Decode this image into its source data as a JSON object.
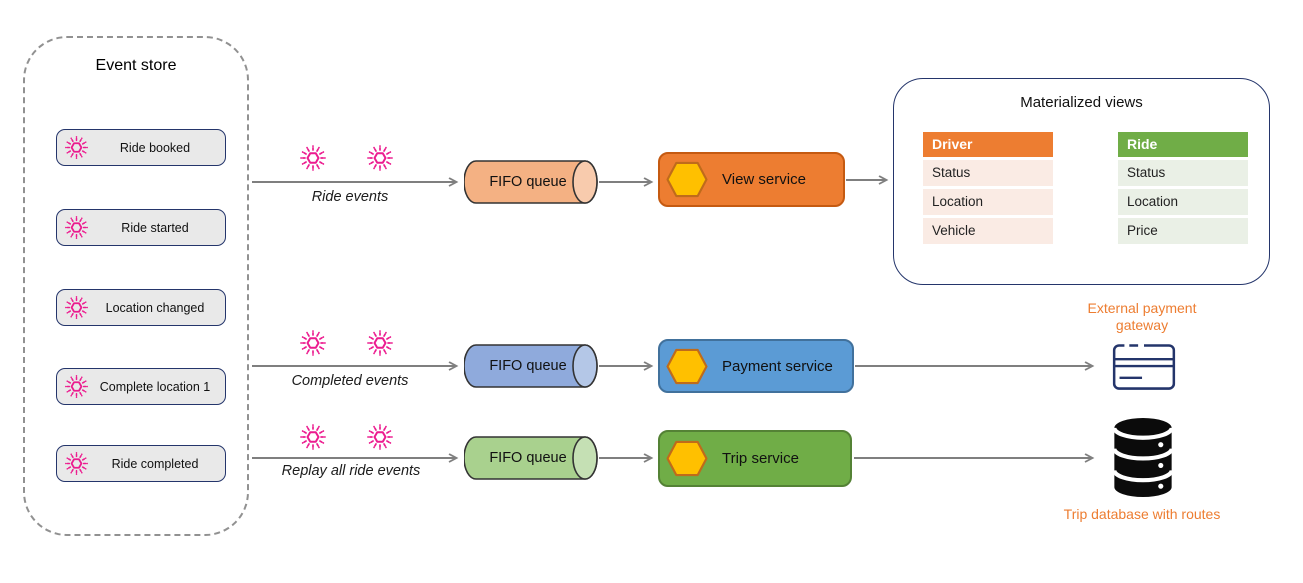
{
  "event_store": {
    "title": "Event store",
    "items": [
      {
        "label": "Ride booked"
      },
      {
        "label": "Ride started"
      },
      {
        "label": "Location changed"
      },
      {
        "label": "Complete location 1"
      },
      {
        "label": "Ride completed"
      }
    ]
  },
  "flows": [
    {
      "label": "Ride events",
      "queue_label": "FIFO queue",
      "service_label": "View service",
      "queue_body_color": "#F4B183",
      "queue_face_color": "#F8CBAD",
      "service_fill": "#ED7D31",
      "service_border": "#C55A11"
    },
    {
      "label": "Completed events",
      "queue_label": "FIFO queue",
      "service_label": "Payment service",
      "queue_body_color": "#8FAADC",
      "queue_face_color": "#B4C7E7",
      "service_fill": "#5B9BD5",
      "service_border": "#41719C"
    },
    {
      "label": "Replay all ride events",
      "queue_label": "FIFO queue",
      "service_label": "Trip service",
      "queue_body_color": "#A9D18E",
      "queue_face_color": "#C5E0B4",
      "service_fill": "#70AD47",
      "service_border": "#548235"
    }
  ],
  "materialized_views": {
    "title": "Materialized views",
    "tables": [
      {
        "name": "Driver",
        "header_color": "#ED7D31",
        "row_color": "#FAEBE4",
        "rows": [
          "Status",
          "Location",
          "Vehicle"
        ]
      },
      {
        "name": "Ride",
        "header_color": "#70AD47",
        "row_color": "#EAF0E6",
        "rows": [
          "Status",
          "Location",
          "Price"
        ]
      }
    ]
  },
  "endpoints": {
    "payment_gateway_label": "External payment gateway",
    "trip_database_label": "Trip database with routes",
    "label_color": "#ED7D31"
  },
  "colors": {
    "arrow": "#7F7F7F",
    "event_burst_pink": "#EC1C8F",
    "event_item_fill": "#E9E9E9",
    "event_item_border": "#24356B",
    "hexagon_fill": "#FFC000",
    "hexagon_border": "#BF6B1B",
    "database_icon": "#0B0B0B",
    "card_icon": "#24356B",
    "store_border": "#919191"
  }
}
